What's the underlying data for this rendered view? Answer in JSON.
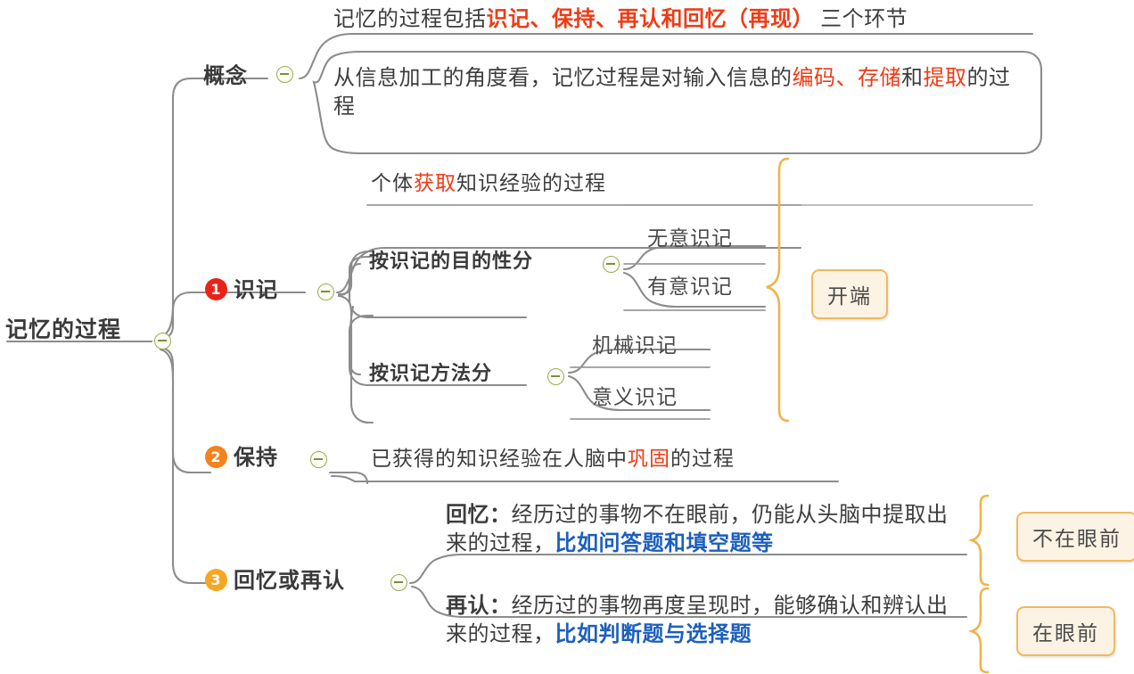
{
  "map": {
    "root": {
      "label": "记忆的过程"
    },
    "branches": [
      {
        "id": "concept",
        "label": "概念",
        "toggle_icon": "collapse-minus-icon",
        "details": [
          {
            "id": "concept-line-1",
            "runs": [
              {
                "text": "记忆的过程包括",
                "style": "dark"
              },
              {
                "text": "识记、保持、再认和回忆（再现）",
                "style": "red-bold"
              },
              {
                "text": " 三个环节",
                "style": "dark"
              }
            ]
          },
          {
            "id": "concept-line-2",
            "runs": [
              {
                "text": "从信息加工的角度看，记忆过程是对输入信息的",
                "style": "dark"
              },
              {
                "text": "编码、存",
                "style": "red"
              },
              {
                "text": "储",
                "style": "red"
              },
              {
                "text": "和",
                "style": "dark"
              },
              {
                "text": "提取",
                "style": "red"
              },
              {
                "text": "的过程",
                "style": "dark"
              }
            ]
          }
        ]
      },
      {
        "id": "shiji",
        "number": "1",
        "number_color": "#e8231a",
        "label": "识记",
        "toggle_icon": "collapse-minus-icon",
        "summary": {
          "runs": [
            {
              "text": "个体",
              "style": "dark"
            },
            {
              "text": "获取",
              "style": "red"
            },
            {
              "text": "知识经验的过程",
              "style": "dark"
            }
          ]
        },
        "subbranches": [
          {
            "id": "by-purpose",
            "label": "按识记的目的性分",
            "toggle_icon": "collapse-minus-icon",
            "leaves": [
              "无意识记",
              "有意识记"
            ]
          },
          {
            "id": "by-method",
            "label": "按识记方法分",
            "toggle_icon": "collapse-minus-icon",
            "leaves": [
              "机械识记",
              "意义识记"
            ]
          }
        ],
        "callout": "开端"
      },
      {
        "id": "baochi",
        "number": "2",
        "number_color": "#f5821f",
        "label": "保持",
        "toggle_icon": "collapse-minus-icon",
        "detail": {
          "runs": [
            {
              "text": "已获得的知识经验在人脑中",
              "style": "dark"
            },
            {
              "text": "巩固",
              "style": "red"
            },
            {
              "text": "的过程",
              "style": "dark"
            }
          ]
        }
      },
      {
        "id": "huiyi",
        "number": "3",
        "number_color": "#f5a623",
        "label": "回忆或再认",
        "toggle_icon": "collapse-minus-icon",
        "details": [
          {
            "id": "huiyi-detail",
            "runs": [
              {
                "text": "回忆：",
                "style": "dark-bold"
              },
              {
                "text": "经历过的事物不在眼前，仍能从头脑中提取出来的过程，",
                "style": "dark"
              },
              {
                "text": "比如问答题和填空题等",
                "style": "blue-bold"
              }
            ],
            "callout": "不在眼前"
          },
          {
            "id": "zairen-detail",
            "runs": [
              {
                "text": "再认：",
                "style": "dark-bold"
              },
              {
                "text": "经历过的事物再度呈现时，能够确认和辨认出来的过程，",
                "style": "dark"
              },
              {
                "text": "比如判断题与选择题",
                "style": "blue-bold"
              }
            ],
            "callout": "在眼前"
          }
        ]
      }
    ]
  },
  "colors": {
    "line": "#8c8c8c",
    "brace": "#f2b24a",
    "callout_border": "#f0b95d",
    "callout_fill": "#fdf3e4",
    "highlight_red": "#ef3b16",
    "highlight_blue": "#1c5fbe",
    "toggle_border": "#9aab52"
  }
}
